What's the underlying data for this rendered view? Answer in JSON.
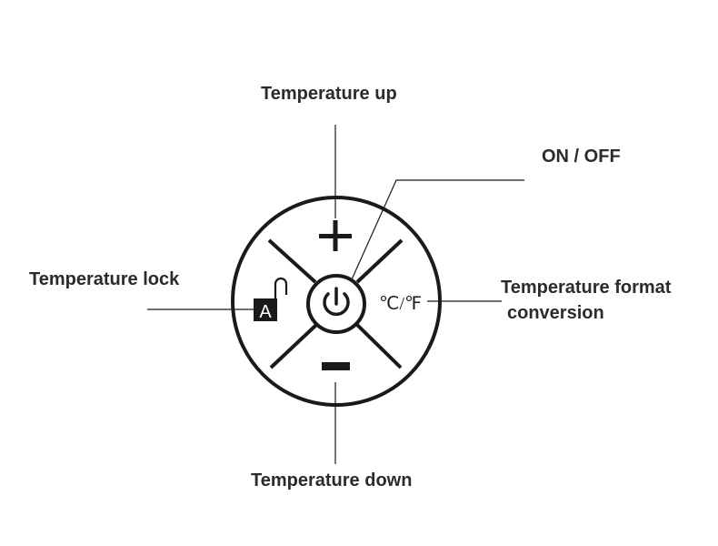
{
  "labels": {
    "temperature_up": "Temperature up",
    "on_off": "ON / OFF",
    "temperature_lock": "Temperature lock",
    "format_line1": "Temperature format",
    "format_line2": "conversion",
    "temperature_down": "Temperature down"
  },
  "panel": {
    "format_symbol": "℃/℉",
    "lock_letter": "A"
  },
  "icons": {
    "plus": "plus-icon",
    "minus": "minus-icon",
    "power": "power-icon",
    "lock": "padlock-icon"
  },
  "colors": {
    "stroke": "#1a1a1a",
    "text": "#2b2b2b",
    "background": "#ffffff"
  }
}
